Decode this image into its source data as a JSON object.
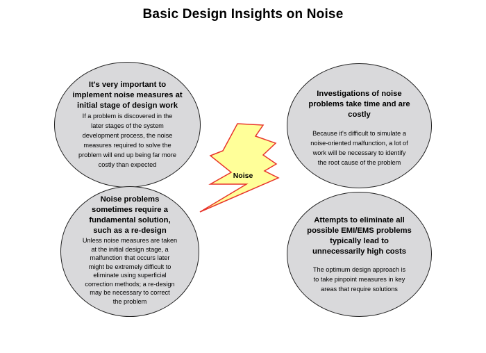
{
  "title": "Basic Design Insights on Noise",
  "colors": {
    "ellipse_fill": "#d9d9db",
    "ellipse_stroke": "#222222",
    "bolt_fill": "#ffff99",
    "bolt_stroke": "#e8342a"
  },
  "icons": {
    "center": "lightning-bolt-icon"
  },
  "bolt_label": "Noise",
  "insights": {
    "top_left": {
      "heading": [
        "It's very important to",
        "implement noise measures at",
        "initial stage of design work"
      ],
      "body": [
        "If a problem is discovered in the",
        "later stages of the system",
        "development process, the noise",
        "measures required to solve the",
        "problem will end up being far more",
        "costly than expected"
      ]
    },
    "top_right": {
      "heading": [
        "Investigations of noise",
        "problems take time and are",
        "costly"
      ],
      "body": [
        "Because it's difficult to simulate a",
        "noise-oriented malfunction, a lot of",
        "work will be necessary to identify",
        "the root cause of the problem"
      ]
    },
    "bottom_left": {
      "heading": [
        "Noise problems",
        "sometimes require a",
        "fundamental solution,",
        "such as a re-design"
      ],
      "body": [
        "Unless noise measures are taken",
        "at the initial design stage, a",
        "malfunction that occurs later",
        "might be extremely difficult to",
        "eliminate using superficial",
        "correction methods; a re-design",
        "may be necessary to correct",
        "the problem"
      ]
    },
    "bottom_right": {
      "heading": [
        "Attempts to eliminate all",
        "possible EMI/EMS problems",
        "typically lead to",
        "unnecessarily high costs"
      ],
      "body": [
        "The optimum design approach is",
        "to take pinpoint measures in key",
        "areas that require solutions"
      ]
    }
  }
}
